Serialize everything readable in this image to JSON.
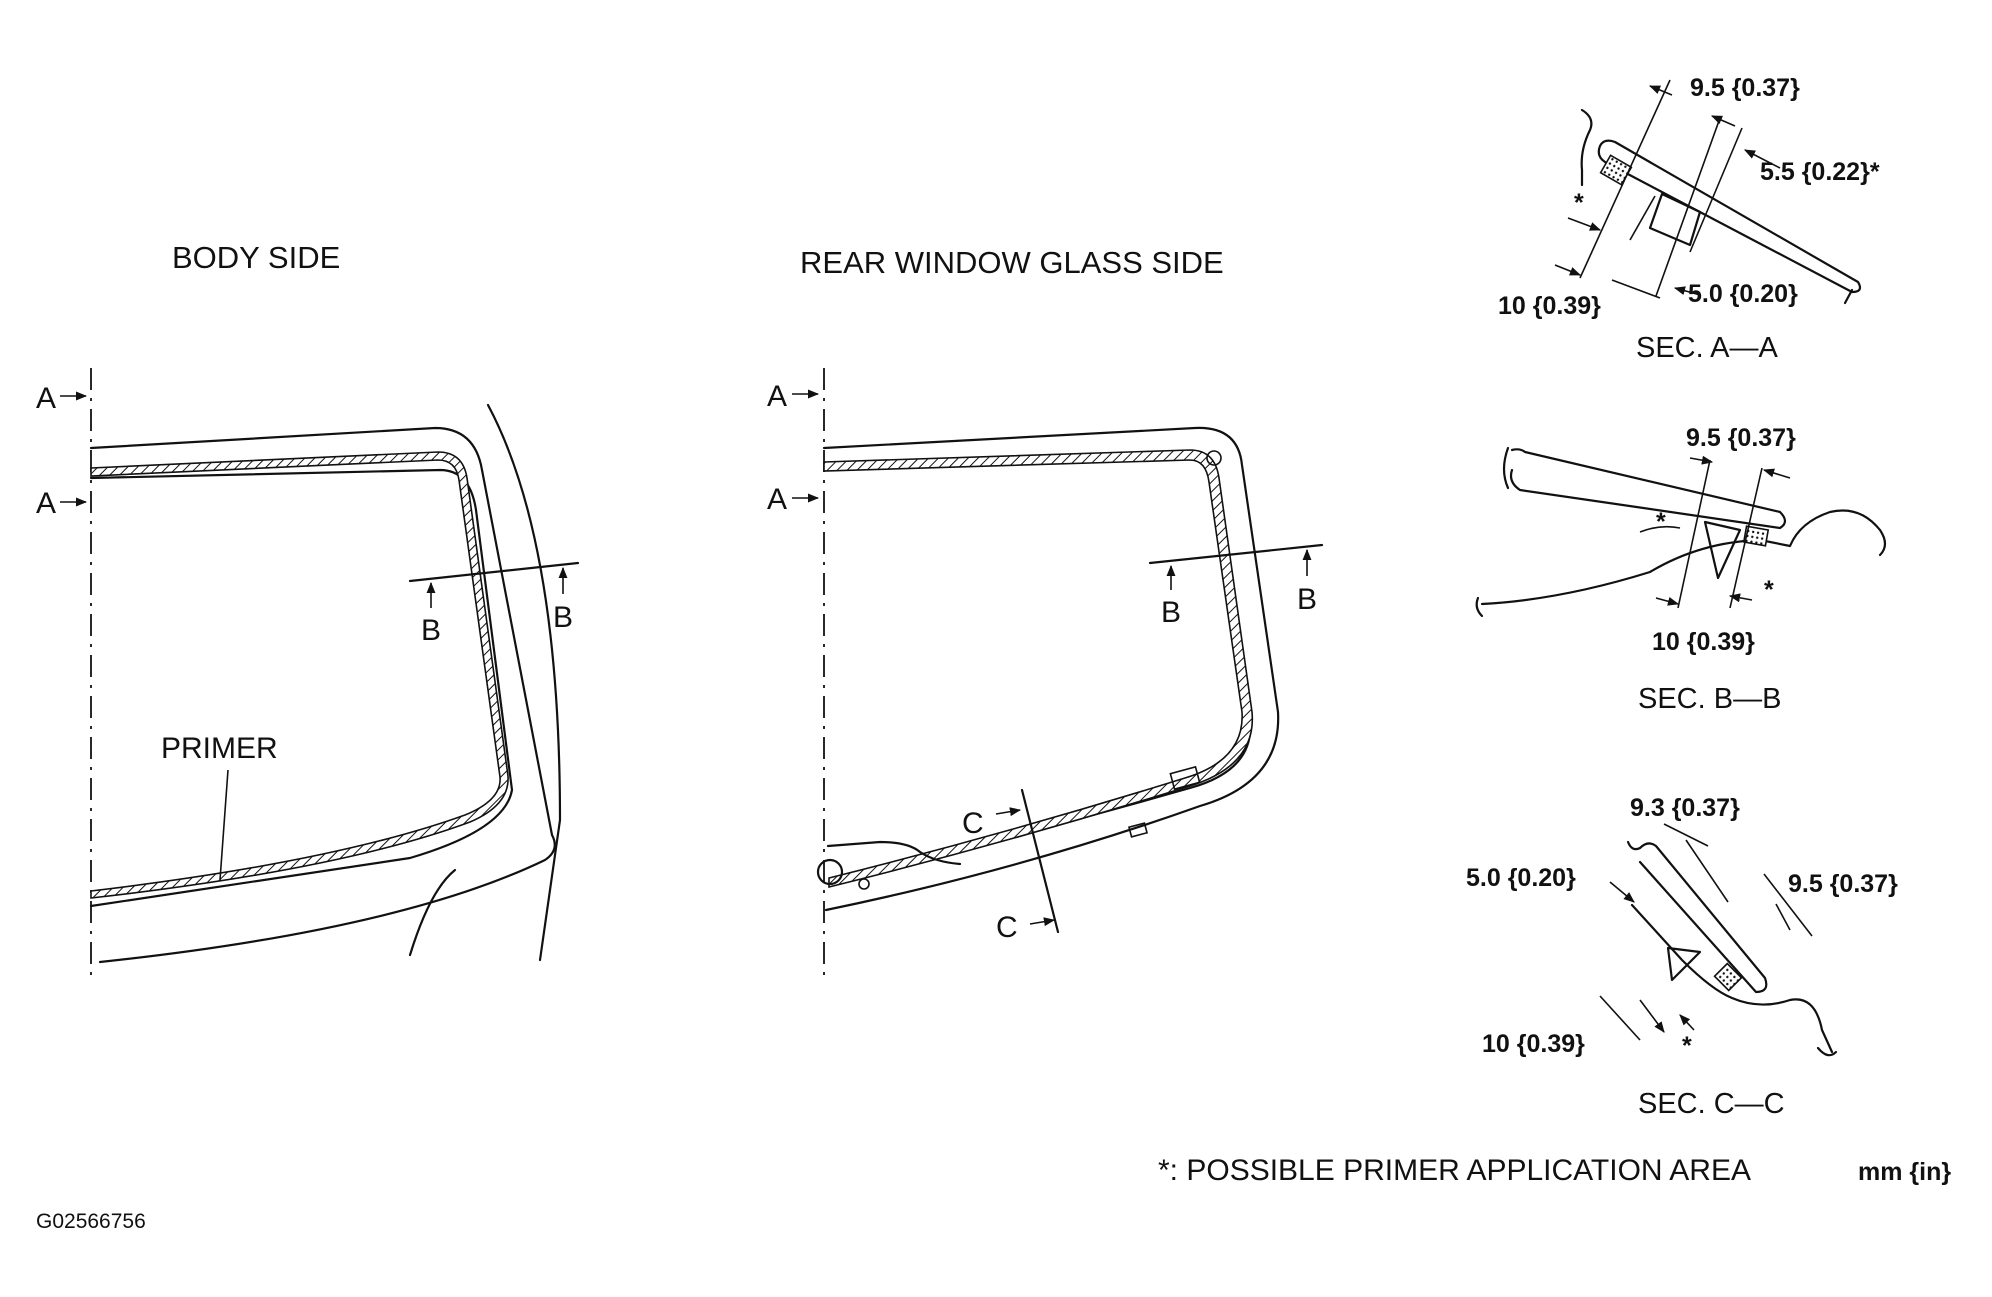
{
  "views": {
    "body_side": {
      "title": "BODY SIDE",
      "label_primer": "PRIMER",
      "marker_a": "A",
      "marker_b": "B"
    },
    "glass_side": {
      "title": "REAR WINDOW GLASS SIDE",
      "marker_a": "A",
      "marker_b": "B",
      "marker_c": "C"
    }
  },
  "sections": {
    "a": {
      "title": "SEC. A—A",
      "dims": [
        "9.5 {0.37}",
        "5.5 {0.22}*",
        "10 {0.39}",
        "5.0 {0.20}"
      ],
      "star": "*"
    },
    "b": {
      "title": "SEC. B—B",
      "dims": [
        "9.5 {0.37}",
        "10 {0.39}"
      ],
      "star": "*"
    },
    "c": {
      "title": "SEC. C—C",
      "dims": [
        "9.3 {0.37}",
        "5.0 {0.20}",
        "9.5 {0.37}",
        "10 {0.39}"
      ],
      "star": "*"
    }
  },
  "footnote": "*: POSSIBLE PRIMER APPLICATION AREA",
  "units": "mm {in}",
  "figure_code": "G02566756"
}
